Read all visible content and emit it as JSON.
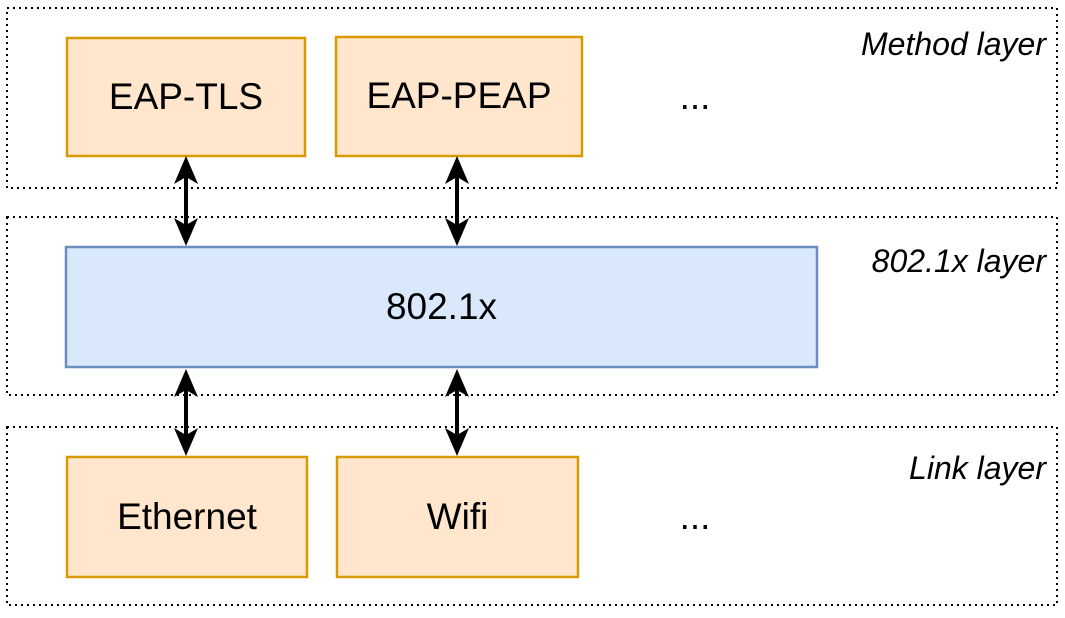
{
  "layers": [
    {
      "label": "Method layer"
    },
    {
      "label": "802.1x layer"
    },
    {
      "label": "Link layer"
    }
  ],
  "nodes": {
    "eap_tls": {
      "label": "EAP-TLS"
    },
    "eap_peap": {
      "label": "EAP-PEAP"
    },
    "method_ellipsis": {
      "label": "..."
    },
    "dot1x": {
      "label": "802.1x"
    },
    "ethernet": {
      "label": "Ethernet"
    },
    "wifi": {
      "label": "Wifi"
    },
    "link_ellipsis": {
      "label": "..."
    }
  },
  "colors": {
    "background": "#FFFFFF",
    "text": "#000000",
    "layer_outline": "#000000",
    "arrow": "#000000",
    "method_box_fill": "#FFE6CC",
    "method_box_border": "#D79B00",
    "dot1x_box_fill": "#DAE8FC",
    "dot1x_box_border": "#6C8EBF"
  }
}
